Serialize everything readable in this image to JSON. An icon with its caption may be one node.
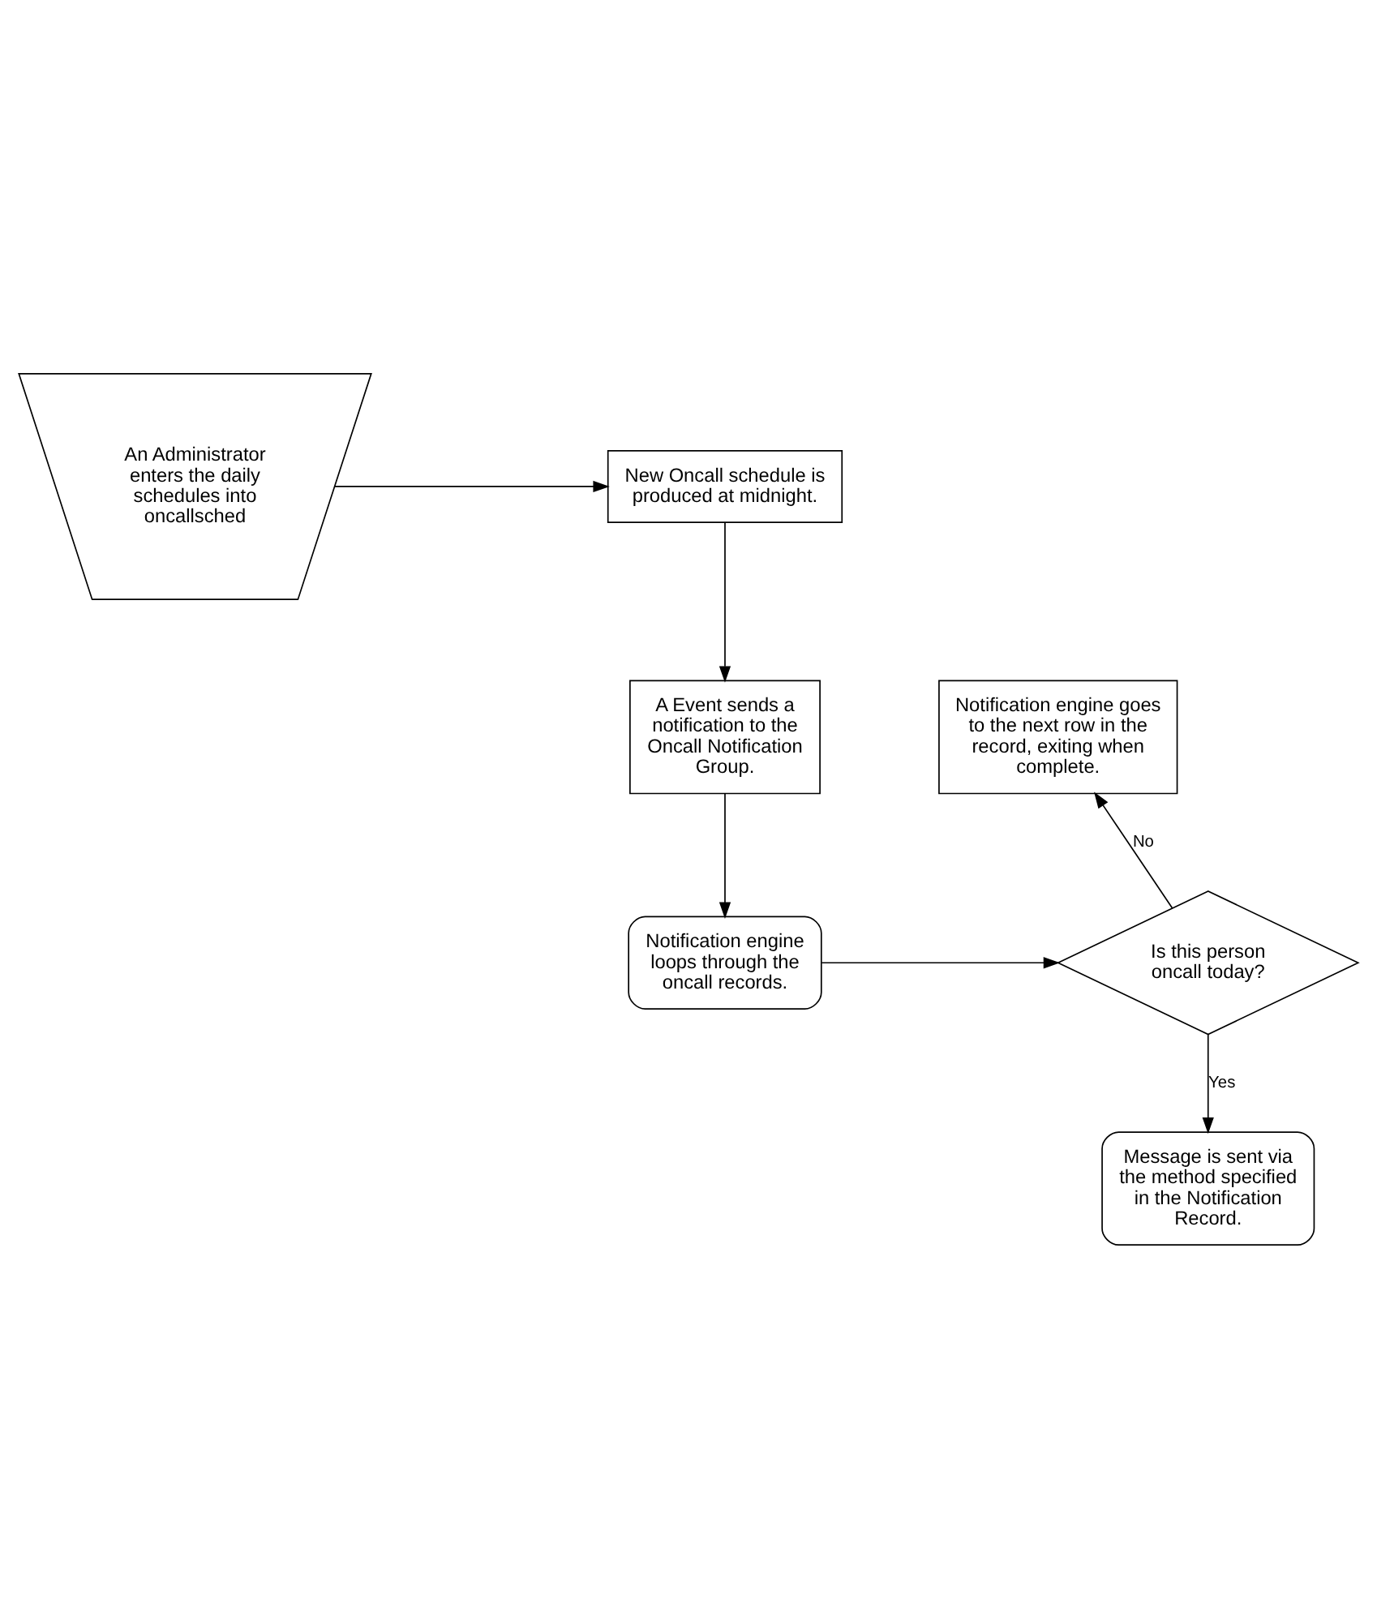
{
  "diagram": {
    "nodes": [
      {
        "text": [
          "An Administrator enters the daily schedules into oncallsched"
        ]
      },
      {
        "text": [
          "New Oncall schedule is produced at midnight."
        ]
      },
      {
        "text": [
          "A Event sends a notification to the Oncall Notification Group."
        ]
      },
      {
        "text": [
          "Notification engine loops through the oncall records."
        ]
      },
      {
        "text": [
          "Is this person oncall today?"
        ]
      },
      {
        "text": [
          "Notification engine goes to the next row in the record, exiting when complete."
        ]
      },
      {
        "text": [
          "Message is sent via the method specified in the Notification Record."
        ]
      }
    ],
    "edges": [
      {
        "from": 0,
        "to": 1,
        "arrow": "to"
      },
      {
        "from": 1,
        "to": 2,
        "arrow": "to"
      },
      {
        "from": 2,
        "to": 3,
        "arrow": "to"
      },
      {
        "from": 3,
        "to": 4,
        "arrow": "to"
      },
      {
        "from": 4,
        "to": 5,
        "arrow": "to",
        "label": "No"
      },
      {
        "from": 4,
        "to": 6,
        "arrow": "to",
        "label": "Yes"
      }
    ]
  }
}
